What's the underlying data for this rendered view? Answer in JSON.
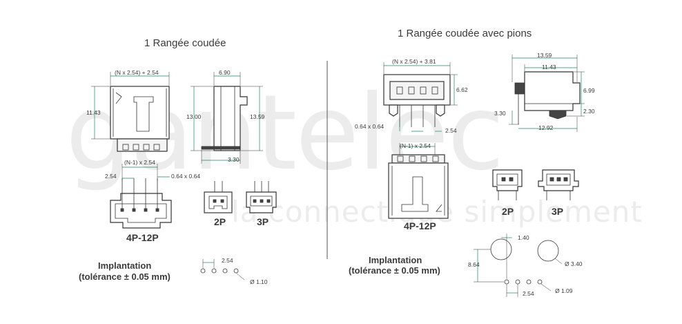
{
  "watermark": {
    "brand": "gantelec",
    "tagline": "la connectique simplement"
  },
  "left": {
    "title": "1 Rangée coudée",
    "dims": {
      "width_formula": "(N x 2.54) + 2.54",
      "height": "11.43",
      "depth": "6.90",
      "h13": "13.00",
      "h1359": "13.59",
      "h330": "3.30",
      "pitch_formula": "(N-1) x 2.54",
      "pitch": "2.54",
      "pin": "0.64 x 0.64"
    },
    "part_labels": {
      "main": "4P-12P",
      "p2": "2P",
      "p3": "3P"
    },
    "implant": {
      "title": "Implantation",
      "tolerance": "(tolérance ± 0.05 mm)",
      "pitch": "2.54",
      "hole": "Ø 1.10"
    }
  },
  "right": {
    "title": "1 Rangée coudée avec pions",
    "dims": {
      "width_formula": "(N x 2.54) + 3.81",
      "h662": "6.62",
      "pin": "0.64 x 0.64",
      "pitch": "2.54",
      "pitch_formula": "(N-1) x 2.54",
      "d1359": "13.59",
      "d1143": "11.43",
      "d699": "6.99",
      "d330": "3.30",
      "d230": "2.30",
      "d1292": "12.92"
    },
    "part_labels": {
      "main": "4P-12P",
      "p2": "2P",
      "p3": "3P"
    },
    "implant": {
      "title": "Implantation",
      "tolerance": "(tolérance ± 0.05 mm)",
      "d140": "1.40",
      "d864": "8.64",
      "hole_big": "Ø 3.40",
      "hole": "Ø 1.09",
      "pitch": "2.54"
    }
  }
}
